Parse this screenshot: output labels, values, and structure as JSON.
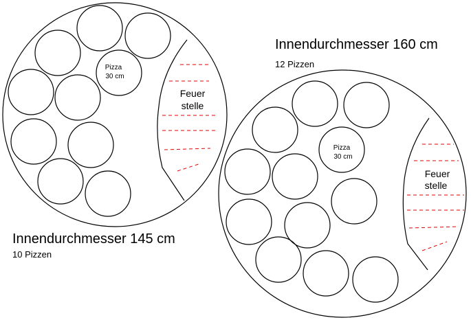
{
  "colors": {
    "outline": "#000000",
    "fire_dashes": "#e00000",
    "background": "#ffffff"
  },
  "ovens": [
    {
      "title": "Innendurchmesser 145 cm",
      "subtitle": "10 Pizzen",
      "fire_label_line1": "Feuer",
      "fire_label_line2": "stelle",
      "pizza_label_line1": "Pizza",
      "pizza_label_line2": "30 cm"
    },
    {
      "title": "Innendurchmesser 160 cm",
      "subtitle": "12 Pizzen",
      "fire_label_line1": "Feuer",
      "fire_label_line2": "stelle",
      "pizza_label_line1": "Pizza",
      "pizza_label_line2": "30 cm"
    }
  ]
}
